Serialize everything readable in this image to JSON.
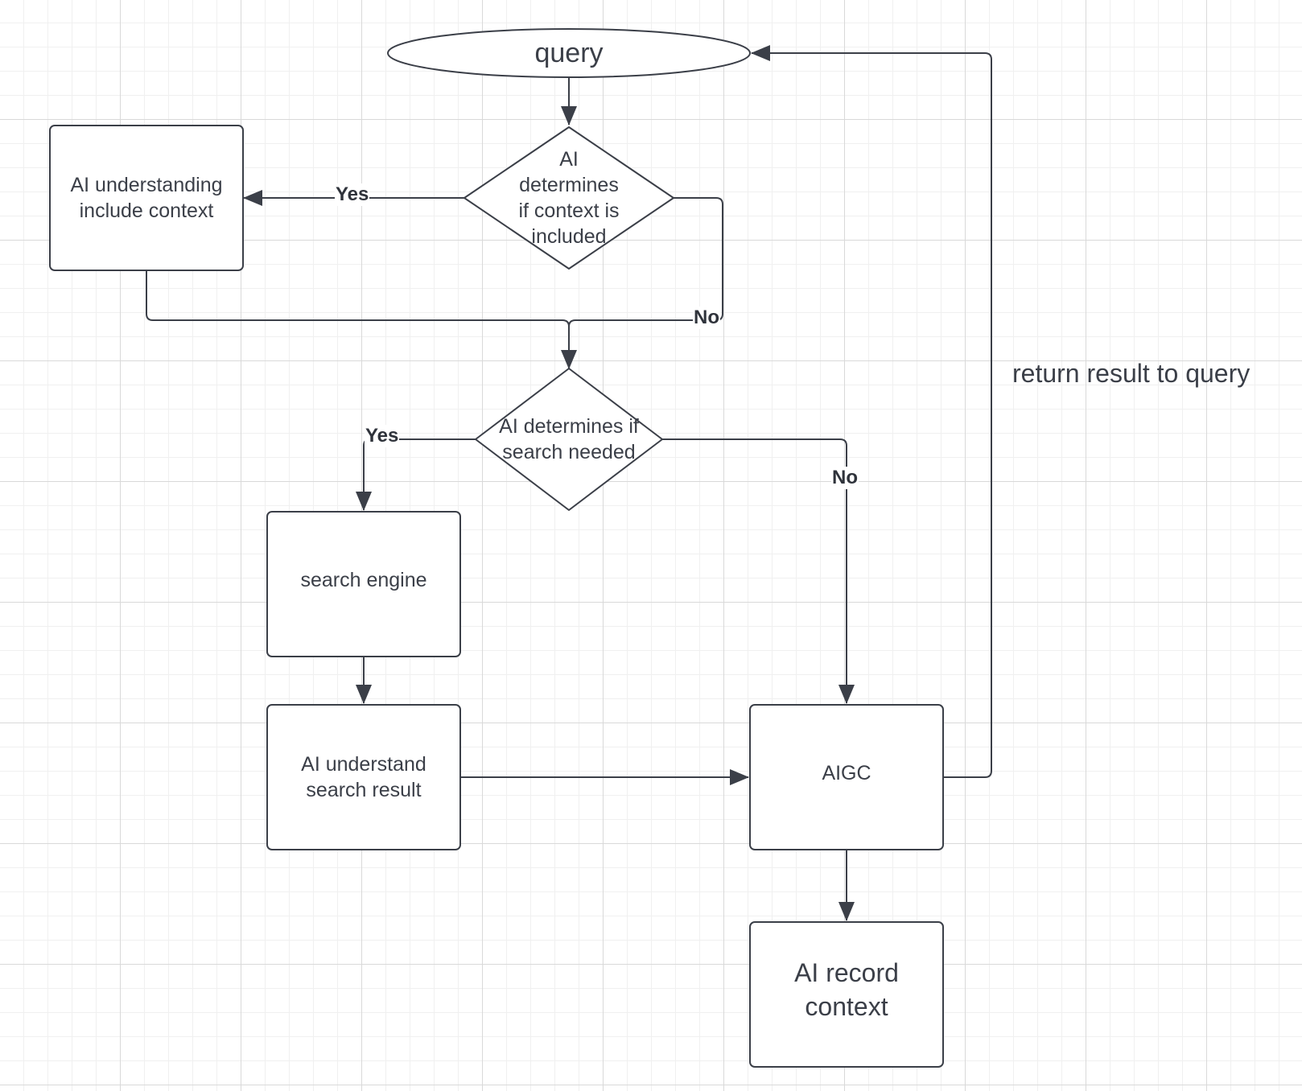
{
  "nodes": {
    "query": {
      "label": "query",
      "shape": "terminator"
    },
    "context_decision": {
      "label": "AI\ndetermines\nif context is\nincluded",
      "shape": "decision"
    },
    "understand_context": {
      "label": "AI understanding\ninclude context",
      "shape": "process"
    },
    "search_decision": {
      "label": "AI determines if\nsearch needed",
      "shape": "decision"
    },
    "search_engine": {
      "label": "search engine",
      "shape": "process"
    },
    "understand_result": {
      "label": "AI understand\nsearch result",
      "shape": "process"
    },
    "aigc": {
      "label": "AIGC",
      "shape": "process"
    },
    "record_context": {
      "label": "AI record\ncontext",
      "shape": "process"
    }
  },
  "edges": [
    {
      "from": "query",
      "to": "context_decision",
      "label": ""
    },
    {
      "from": "context_decision",
      "to": "understand_context",
      "label": "Yes"
    },
    {
      "from": "context_decision",
      "to": "search_decision",
      "label": "No"
    },
    {
      "from": "understand_context",
      "to": "search_decision",
      "label": ""
    },
    {
      "from": "search_decision",
      "to": "search_engine",
      "label": "Yes"
    },
    {
      "from": "search_decision",
      "to": "aigc",
      "label": "No"
    },
    {
      "from": "search_engine",
      "to": "understand_result",
      "label": ""
    },
    {
      "from": "understand_result",
      "to": "aigc",
      "label": ""
    },
    {
      "from": "aigc",
      "to": "record_context",
      "label": ""
    },
    {
      "from": "aigc",
      "to": "query",
      "label": ""
    }
  ],
  "annotations": {
    "return_note": "return result to query"
  },
  "colors": {
    "stroke": "#3b3f48",
    "fill": "#ffffff",
    "grid": "#d9d9d9"
  }
}
